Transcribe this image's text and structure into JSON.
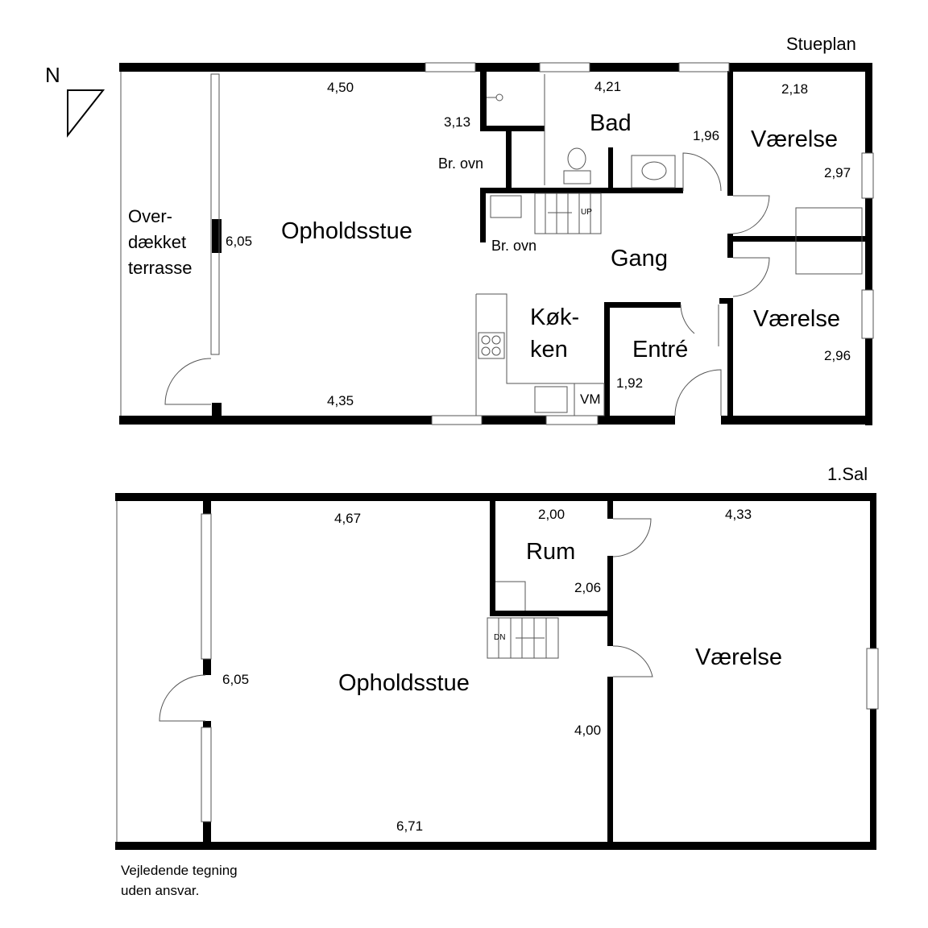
{
  "compass": {
    "label": "N"
  },
  "ground_floor": {
    "title": "Stueplan",
    "rooms": {
      "terrace": [
        "Over-",
        "dækket",
        "terrasse"
      ],
      "living": "Opholdsstue",
      "bath": "Bad",
      "bedroom1": "Værelse",
      "bedroom2": "Værelse",
      "hall": "Gang",
      "kitchen": [
        "Køk-",
        "ken"
      ],
      "entry": "Entré"
    },
    "labels": {
      "stove1": "Br. ovn",
      "stove2": "Br. ovn",
      "stairs": "UP",
      "washer": "VM"
    },
    "dimensions": {
      "living_top": "4,50",
      "living_side": "6,05",
      "living_bottom": "4,35",
      "bath_top": "4,21",
      "shower": "3,13",
      "bath_side": "1,96",
      "bed1_top": "2,18",
      "bed1_side": "2,97",
      "bed2_side": "2,96",
      "entry": "1,92"
    }
  },
  "first_floor": {
    "title": "1.Sal",
    "rooms": {
      "room": "Rum",
      "living": "Opholdsstue",
      "bedroom": "Værelse"
    },
    "labels": {
      "stairs": "DN"
    },
    "dimensions": {
      "living_top": "4,67",
      "living_side": "6,05",
      "living_bottom": "6,71",
      "room_top": "2,00",
      "room_side": "2,06",
      "living_right": "4,00",
      "bed_top": "4,33"
    }
  },
  "disclaimer": [
    "Vejledende tegning",
    "uden ansvar."
  ]
}
